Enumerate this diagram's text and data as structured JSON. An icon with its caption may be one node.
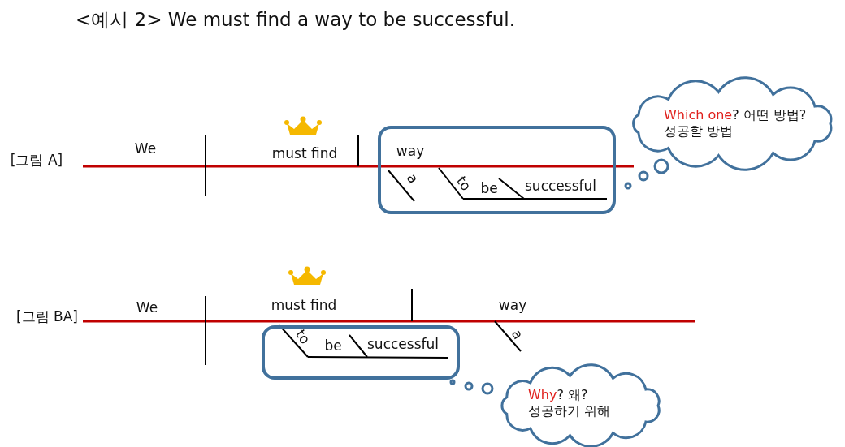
{
  "diagram": {
    "title": "<예시 2> We must find a way to be successful.",
    "nodes": [
      {
        "text": [
          "way",
          "a",
          "to",
          "be",
          "successful"
        ]
      },
      {
        "text": [
          "Which one? 어떤 방법?",
          "성공할 방법"
        ]
      },
      {
        "text": [
          "to",
          "be",
          "successful"
        ]
      },
      {
        "text": [
          "Why? 왜?",
          "성공하기 위해"
        ]
      }
    ],
    "labels": [
      "[그림 A]",
      "We",
      "must find",
      "[그림 BA]",
      "We",
      "must find",
      "way",
      "a"
    ]
  }
}
